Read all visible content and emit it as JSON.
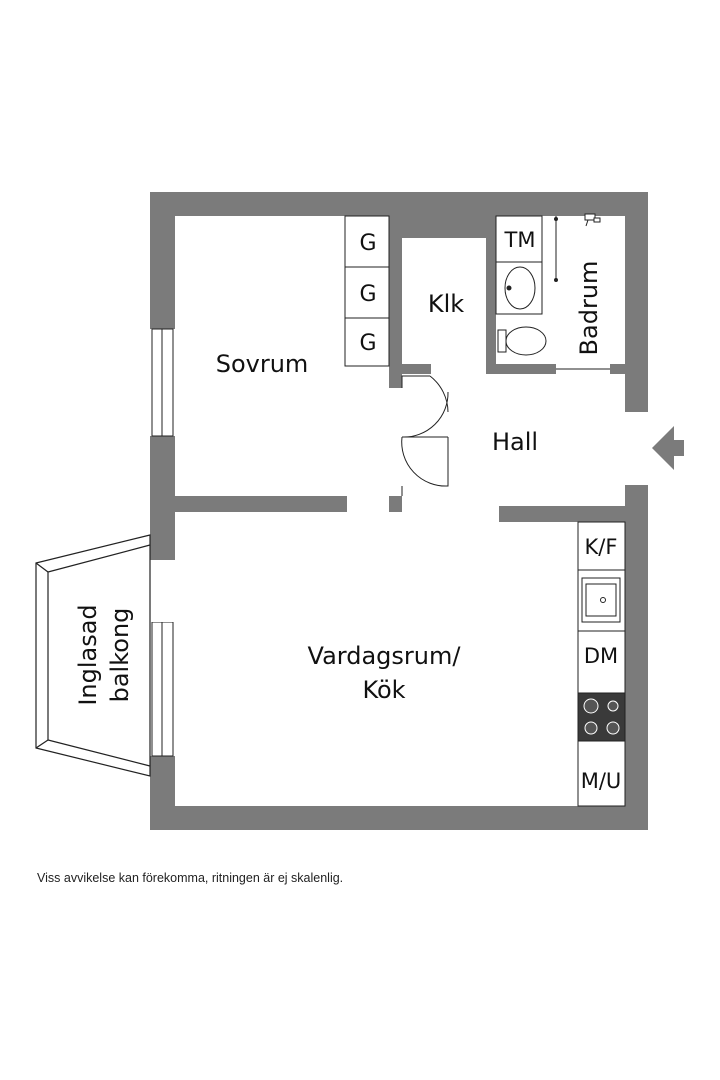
{
  "rooms": {
    "sovrum": "Sovrum",
    "klk": "Klk",
    "badrum": "Badrum",
    "hall": "Hall",
    "vardagsrum_line1": "Vardagsrum/",
    "vardagsrum_line2": "Kök",
    "balkong_line1": "Inglasad",
    "balkong_line2": "balkong"
  },
  "fixtures": {
    "wardrobe_1": "G",
    "wardrobe_2": "G",
    "wardrobe_3": "G",
    "washing_machine": "TM",
    "fridge_freezer": "K/F",
    "dishwasher": "DM",
    "microwave_oven": "M/U"
  },
  "icons": {
    "entrance": "entrance-arrow-icon",
    "sink": "sink-icon",
    "toilet": "toilet-icon",
    "shower": "shower-icon",
    "kitchen_sink": "kitchen-sink-icon",
    "stove": "stove-icon"
  },
  "colors": {
    "wall": "#7b7b7b",
    "line": "#222222",
    "stove": "#3a3a3a",
    "background": "#ffffff"
  },
  "disclaimer": "Viss avvikelse kan förekomma, ritningen är ej skalenlig."
}
